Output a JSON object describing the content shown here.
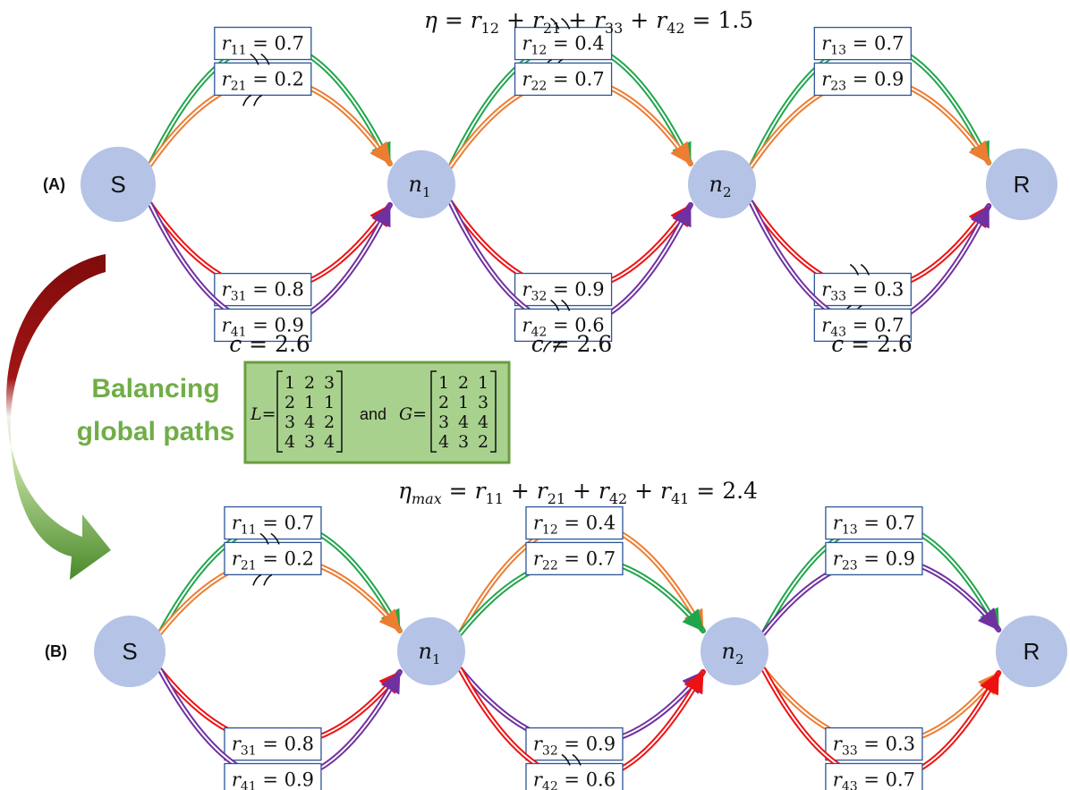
{
  "diagram": {
    "balancing_text": [
      "Balancing",
      "global paths"
    ],
    "matrices": {
      "L_label": "L=",
      "and_text": "and",
      "G_label": "G=",
      "L": [
        [
          "1",
          "2",
          "3"
        ],
        [
          "2",
          "1",
          "1"
        ],
        [
          "3",
          "4",
          "2"
        ],
        [
          "4",
          "3",
          "4"
        ]
      ],
      "G": [
        [
          "1",
          "2",
          "1"
        ],
        [
          "2",
          "1",
          "3"
        ],
        [
          "3",
          "4",
          "4"
        ],
        [
          "4",
          "3",
          "2"
        ]
      ]
    },
    "panels": [
      {
        "id": "A",
        "label": "(A)",
        "equation": {
          "prefix": "η = ",
          "terms": [
            "r12",
            "r21",
            "r33",
            "r42"
          ],
          "result": "1.5"
        },
        "nodes": [
          "S",
          "n1",
          "n2",
          "R"
        ],
        "links": [
          {
            "capacity": "c = 2.6",
            "paths": [
              {
                "sub": "11",
                "value": "0.7",
                "color": "#1fa64a"
              },
              {
                "sub": "21",
                "value": "0.2",
                "color": "#ed7d31",
                "marked": true
              },
              {
                "sub": "31",
                "value": "0.8",
                "color": "#ee1111"
              },
              {
                "sub": "41",
                "value": "0.9",
                "color": "#7030a0"
              }
            ]
          },
          {
            "capacity": "c = 2.6",
            "paths": [
              {
                "sub": "12",
                "value": "0.4",
                "color": "#1fa64a",
                "marked": true
              },
              {
                "sub": "22",
                "value": "0.7",
                "color": "#ed7d31"
              },
              {
                "sub": "32",
                "value": "0.9",
                "color": "#ee1111"
              },
              {
                "sub": "42",
                "value": "0.6",
                "color": "#7030a0",
                "marked": true
              }
            ]
          },
          {
            "capacity": "c = 2.6",
            "paths": [
              {
                "sub": "13",
                "value": "0.7",
                "color": "#1fa64a"
              },
              {
                "sub": "23",
                "value": "0.9",
                "color": "#ed7d31"
              },
              {
                "sub": "33",
                "value": "0.3",
                "color": "#ee1111",
                "marked": true
              },
              {
                "sub": "43",
                "value": "0.7",
                "color": "#7030a0"
              }
            ]
          }
        ]
      },
      {
        "id": "B",
        "label": "(B)",
        "equation": {
          "prefix": "η",
          "prefix_sub": "max",
          "terms": [
            "r11",
            "r21",
            "r42",
            "r41"
          ],
          "result": "2.4"
        },
        "nodes": [
          "S",
          "n1",
          "n2",
          "R"
        ],
        "links": [
          {
            "capacity": "",
            "paths": [
              {
                "sub": "11",
                "value": "0.7",
                "color": "#1fa64a"
              },
              {
                "sub": "21",
                "value": "0.2",
                "color": "#ed7d31",
                "marked": true
              },
              {
                "sub": "31",
                "value": "0.8",
                "color": "#ee1111"
              },
              {
                "sub": "41",
                "value": "0.9",
                "color": "#7030a0"
              }
            ]
          },
          {
            "capacity": "",
            "paths": [
              {
                "sub": "12",
                "value": "0.4",
                "color": "#ed7d31"
              },
              {
                "sub": "22",
                "value": "0.7",
                "color": "#1fa64a"
              },
              {
                "sub": "32",
                "value": "0.9",
                "color": "#7030a0"
              },
              {
                "sub": "42",
                "value": "0.6",
                "color": "#ee1111",
                "marked": true
              }
            ]
          },
          {
            "capacity": "",
            "paths": [
              {
                "sub": "13",
                "value": "0.7",
                "color": "#1fa64a"
              },
              {
                "sub": "23",
                "value": "0.9",
                "color": "#7030a0"
              },
              {
                "sub": "33",
                "value": "0.3",
                "color": "#ed7d31"
              },
              {
                "sub": "43",
                "value": "0.7",
                "color": "#ee1111"
              }
            ]
          }
        ]
      }
    ],
    "colors": {
      "node_fill": "#b4c3e6",
      "matrix_fill": "#a9d18e",
      "matrix_border": "#6a9e3f"
    }
  }
}
